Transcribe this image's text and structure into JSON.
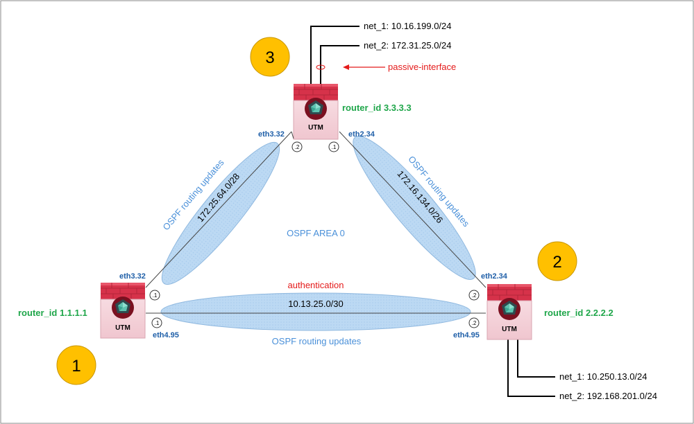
{
  "area_label": "OSPF AREA 0",
  "routers": [
    {
      "badge": "3",
      "device_label": "UTM",
      "router_id": "router_id 3.3.3.3",
      "ports": [
        {
          "iface": "eth3.32",
          "addr": ".2"
        },
        {
          "iface": "eth2.34",
          "addr": ".1"
        }
      ],
      "networks": [
        {
          "text": "net_1: 10.16.199.0/24"
        },
        {
          "text": "net_2: 172.31.25.0/24"
        }
      ],
      "annotation": "passive-interface"
    },
    {
      "badge": "1",
      "device_label": "UTM",
      "router_id": "router_id 1.1.1.1",
      "ports": [
        {
          "iface": "eth3.32",
          "addr": ".1"
        },
        {
          "iface": "eth4.95",
          "addr": ".1"
        }
      ]
    },
    {
      "badge": "2",
      "device_label": "UTM",
      "router_id": "router_id 2.2.2.2",
      "ports": [
        {
          "iface": "eth2.34",
          "addr": ".2"
        },
        {
          "iface": "eth4.95",
          "addr": ".2"
        }
      ],
      "networks": [
        {
          "text": "net_1: 10.250.13.0/24"
        },
        {
          "text": "net_2: 192.168.201.0/24"
        }
      ]
    }
  ],
  "links": [
    {
      "subnet": "172.25.64.0/28",
      "caption": "OSPF routing updates"
    },
    {
      "subnet": "172.16.134.0/26",
      "caption": "OSPF routing updates"
    },
    {
      "subnet": "10.13.25.0/30",
      "caption": "OSPF routing updates",
      "note": "authentication"
    }
  ],
  "colors": {
    "router_id": "#1fa64a",
    "interface": "#1f5fa8",
    "ospf_text": "#4a90d9",
    "annotation": "#e41a1a",
    "badge": "#ffc000",
    "ellipse_fill": "#bcd9f3",
    "firewall": "#d6324a"
  },
  "icons": [
    "utm-firewall-icon",
    "red-arrow-icon"
  ]
}
